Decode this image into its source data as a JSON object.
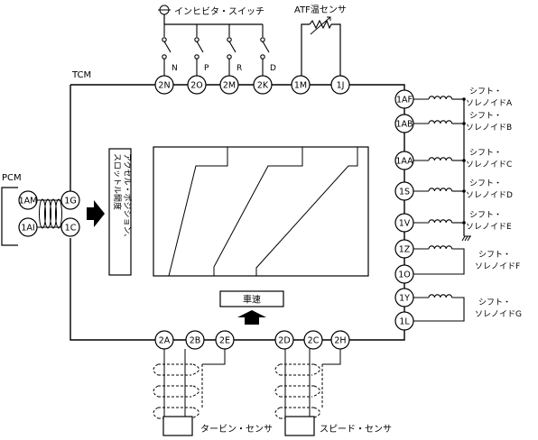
{
  "tcm": {
    "label": "TCM"
  },
  "pcm": {
    "label": "PCM",
    "pins": [
      "1AM",
      "1AI"
    ]
  },
  "tcm_left_pins": [
    "1G",
    "1C"
  ],
  "inhibitor": {
    "label": "インヒビタ・スイッチ",
    "positions": [
      {
        "pin": "2N",
        "pos": "N"
      },
      {
        "pin": "2O",
        "pos": "P"
      },
      {
        "pin": "2M",
        "pos": "R"
      },
      {
        "pin": "2K",
        "pos": "D"
      }
    ]
  },
  "atf": {
    "label": "ATF温センサ",
    "pins": [
      "1M",
      "1J"
    ]
  },
  "solenoids": [
    {
      "pins": [
        "1AF"
      ],
      "line1": "シフト・",
      "line2": "ソレノイドA"
    },
    {
      "pins": [
        "1AB"
      ],
      "line1": "シフト・",
      "line2": "ソレノイドB"
    },
    {
      "pins": [
        "1AA"
      ],
      "line1": "シフト・",
      "line2": "ソレノイドC"
    },
    {
      "pins": [
        "1S"
      ],
      "line1": "シフト・",
      "line2": "ソレノイドD"
    },
    {
      "pins": [
        "1V"
      ],
      "line1": "シフト・",
      "line2": "ソレノイドE"
    },
    {
      "pins": [
        "1Z",
        "1O"
      ],
      "line1": "シフト・",
      "line2": "ソレノイドF"
    },
    {
      "pins": [
        "1Y",
        "1L"
      ],
      "line1": "シフト・",
      "line2": "ソレノイドG"
    }
  ],
  "throttle": {
    "line1": "アクセル・ポジション、",
    "line2": "スロットル開度"
  },
  "speed_axis": {
    "label": "車速"
  },
  "turbine": {
    "label": "タービン・センサ",
    "pins": [
      "2A",
      "2B",
      "2E"
    ]
  },
  "speed": {
    "label": "スピード・センサ",
    "pins": [
      "2D",
      "2C",
      "2H"
    ]
  }
}
